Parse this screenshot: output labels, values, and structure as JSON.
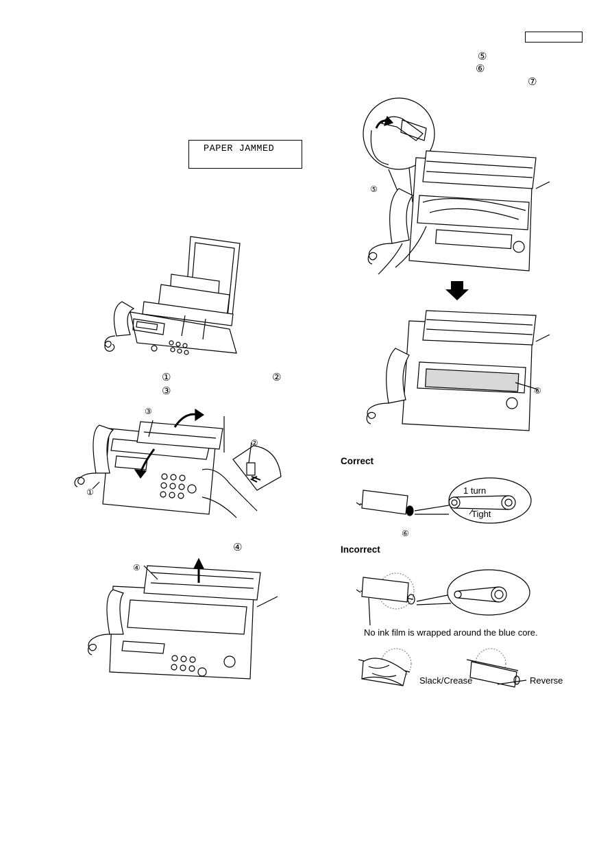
{
  "header": {
    "model_label": ""
  },
  "step_markers": {
    "m1": "①",
    "m2": "②",
    "m3": "③",
    "m4": "④",
    "m5": "⑤",
    "m6": "⑥",
    "m7": "⑦"
  },
  "display": {
    "message": "PAPER JAMMED"
  },
  "illustrations": {
    "fig1": "fax-paper-tray",
    "fig2": "fax-open-cover",
    "fig3": "fax-lift-roller",
    "fig4": "fax-wind-film",
    "fig5": "fax-film-loaded"
  },
  "callouts": {
    "c1": "①",
    "c2": "②",
    "c3": "③",
    "c4": "④",
    "c5": "⑤",
    "c6": "⑥",
    "c6b": "⑥"
  },
  "ink_film": {
    "correct_heading": "Correct",
    "correct_turn_label": "1 turn",
    "correct_tight_label": "Tight",
    "incorrect_heading": "Incorrect",
    "no_film_caption": "No ink film is wrapped around the blue core.",
    "slack_label": "Slack/Crease",
    "reverse_label": "Reverse"
  },
  "colors": {
    "ink": "#000000",
    "paper": "#ffffff",
    "shade": "#d8d8d8"
  }
}
